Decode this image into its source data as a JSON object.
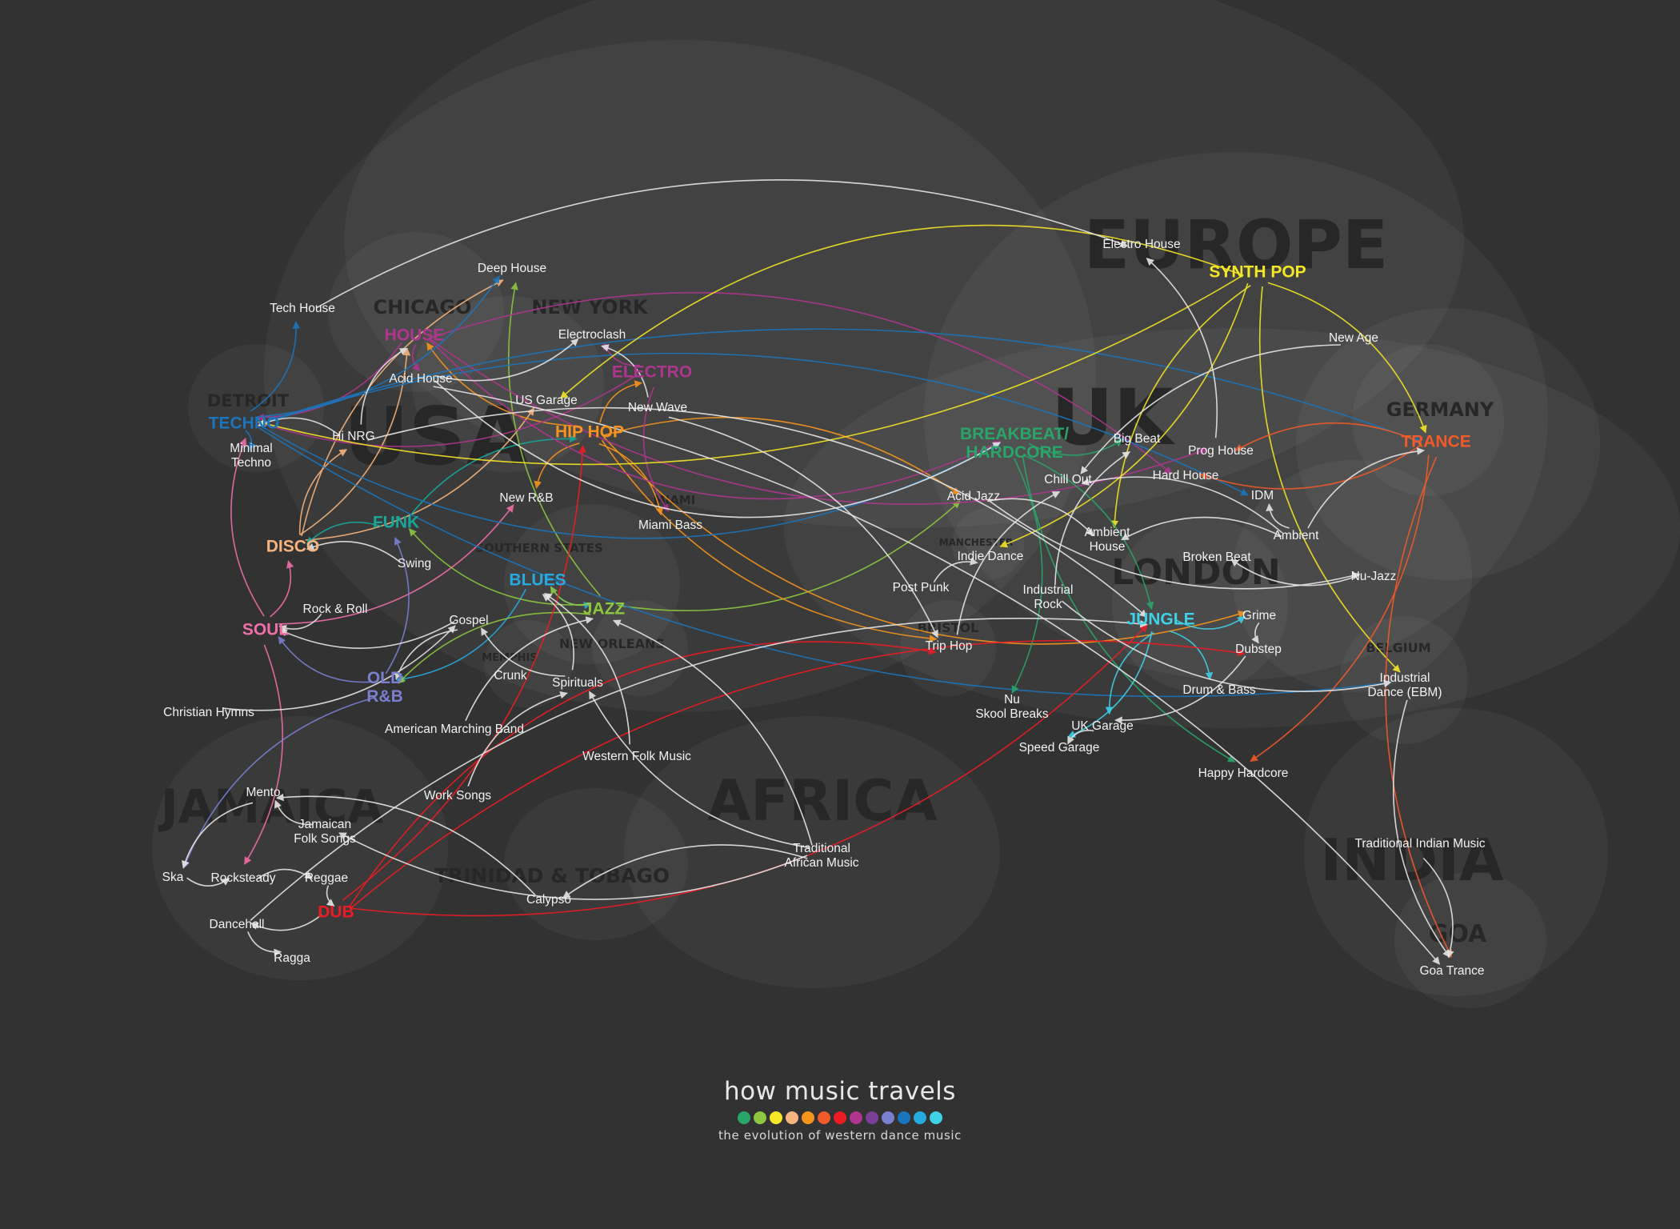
{
  "title": "how music travels",
  "subtitle": "the evolution of western dance music",
  "legend_colors": [
    "#2aa56a",
    "#8dc63f",
    "#f5e626",
    "#f7b47e",
    "#f7941d",
    "#f15a29",
    "#ed1c24",
    "#b0358f",
    "#7b3f98",
    "#7b7fcf",
    "#1b75bc",
    "#27aae1",
    "#3fd1e8"
  ],
  "regions": [
    {
      "key": "usa",
      "label": "USA"
    },
    {
      "key": "europe",
      "label": "EUROPE"
    },
    {
      "key": "uk",
      "label": "UK"
    },
    {
      "key": "africa",
      "label": "AFRICA"
    },
    {
      "key": "jamaica",
      "label": "JAMAICA"
    },
    {
      "key": "india",
      "label": "INDIA"
    },
    {
      "key": "germany",
      "label": "GERMANY"
    },
    {
      "key": "london",
      "label": "LONDON"
    },
    {
      "key": "belgium",
      "label": "BELGIUM"
    },
    {
      "key": "goa",
      "label": "GOA"
    },
    {
      "key": "chicago",
      "label": "CHICAGO"
    },
    {
      "key": "new_york",
      "label": "NEW YORK"
    },
    {
      "key": "detroit",
      "label": "DETROIT"
    },
    {
      "key": "miami",
      "label": "MIAMI"
    },
    {
      "key": "southern_states",
      "label": "SOUTHERN STATES"
    },
    {
      "key": "new_orleans",
      "label": "NEW ORLEANS"
    },
    {
      "key": "memphis",
      "label": "MEMPHIS"
    },
    {
      "key": "bristol",
      "label": "BRISTOL"
    },
    {
      "key": "manchester",
      "label": "MANCHESTER"
    },
    {
      "key": "trinidad",
      "label": "TRINIDAD & TOBAGO"
    }
  ],
  "genres": [
    {
      "key": "techno",
      "label": "TECHNO",
      "color": "#1b75bc"
    },
    {
      "key": "house",
      "label": "HOUSE",
      "color": "#b0358f"
    },
    {
      "key": "electro",
      "label": "ELECTRO",
      "color": "#b0358f"
    },
    {
      "key": "hiphop",
      "label": "HIP HOP",
      "color": "#f7941d"
    },
    {
      "key": "disco",
      "label": "DISCO",
      "color": "#f7b47e"
    },
    {
      "key": "funk",
      "label": "FUNK",
      "color": "#17a79a"
    },
    {
      "key": "blues",
      "label": "BLUES",
      "color": "#27aae1"
    },
    {
      "key": "jazz",
      "label": "JAZZ",
      "color": "#8dc63f"
    },
    {
      "key": "soul",
      "label": "SOUL",
      "color": "#f06ea9"
    },
    {
      "key": "oldrnb",
      "label": "OLD R&B",
      "color": "#7b7fcf"
    },
    {
      "key": "dub",
      "label": "DUB",
      "color": "#ed1c24"
    },
    {
      "key": "synthpop",
      "label": "SYNTH POP",
      "color": "#f5e626"
    },
    {
      "key": "breakbeat",
      "label": "BREAKBEAT/ HARDCORE",
      "color": "#2aa56a"
    },
    {
      "key": "jungle",
      "label": "JUNGLE",
      "color": "#3fd1e8"
    },
    {
      "key": "trance",
      "label": "TRANCE",
      "color": "#f15a29"
    }
  ],
  "subgenres": [
    {
      "key": "deep_house",
      "label": "Deep House"
    },
    {
      "key": "tech_house",
      "label": "Tech House"
    },
    {
      "key": "electroclash",
      "label": "Electroclash"
    },
    {
      "key": "acid_house",
      "label": "Acid House"
    },
    {
      "key": "us_garage",
      "label": "US Garage"
    },
    {
      "key": "new_wave",
      "label": "New Wave"
    },
    {
      "key": "hi_nrg",
      "label": "Hi NRG"
    },
    {
      "key": "minimal_techno",
      "label": "Minimal Techno"
    },
    {
      "key": "new_rnb",
      "label": "New R&B"
    },
    {
      "key": "miami_bass",
      "label": "Miami Bass"
    },
    {
      "key": "swing",
      "label": "Swing"
    },
    {
      "key": "rock_roll",
      "label": "Rock & Roll"
    },
    {
      "key": "gospel",
      "label": "Gospel"
    },
    {
      "key": "crunk",
      "label": "Crunk"
    },
    {
      "key": "spirituals",
      "label": "Spirituals"
    },
    {
      "key": "christian_hymns",
      "label": "Christian Hymns"
    },
    {
      "key": "american_marching",
      "label": "American Marching Band"
    },
    {
      "key": "western_folk",
      "label": "Western Folk Music"
    },
    {
      "key": "work_songs",
      "label": "Work Songs"
    },
    {
      "key": "mento",
      "label": "Mento"
    },
    {
      "key": "jamaican_folk",
      "label": "Jamaican Folk Songs"
    },
    {
      "key": "ska",
      "label": "Ska"
    },
    {
      "key": "rocksteady",
      "label": "Rocksteady"
    },
    {
      "key": "reggae",
      "label": "Reggae"
    },
    {
      "key": "dancehall",
      "label": "Dancehall"
    },
    {
      "key": "ragga",
      "label": "Ragga"
    },
    {
      "key": "calypso",
      "label": "Calypso"
    },
    {
      "key": "trad_african",
      "label": "Traditional African Music"
    },
    {
      "key": "electro_house",
      "label": "Electro House"
    },
    {
      "key": "new_age",
      "label": "New Age"
    },
    {
      "key": "big_beat",
      "label": "Big Beat"
    },
    {
      "key": "prog_house",
      "label": "Prog House"
    },
    {
      "key": "chill_out",
      "label": "Chill Out"
    },
    {
      "key": "hard_house",
      "label": "Hard House"
    },
    {
      "key": "acid_jazz",
      "label": "Acid Jazz"
    },
    {
      "key": "idm",
      "label": "IDM"
    },
    {
      "key": "ambient_house",
      "label": "Ambient House"
    },
    {
      "key": "ambient",
      "label": "Ambient"
    },
    {
      "key": "indie_dance",
      "label": "Indie Dance"
    },
    {
      "key": "broken_beat",
      "label": "Broken Beat"
    },
    {
      "key": "nu_jazz",
      "label": "Nu-Jazz"
    },
    {
      "key": "post_punk",
      "label": "Post Punk"
    },
    {
      "key": "industrial_rock",
      "label": "Industrial Rock"
    },
    {
      "key": "grime",
      "label": "Grime"
    },
    {
      "key": "trip_hop",
      "label": "Trip Hop"
    },
    {
      "key": "dubstep",
      "label": "Dubstep"
    },
    {
      "key": "nu_skool",
      "label": "Nu Skool Breaks"
    },
    {
      "key": "drum_bass",
      "label": "Drum & Bass"
    },
    {
      "key": "uk_garage",
      "label": "UK Garage"
    },
    {
      "key": "speed_garage",
      "label": "Speed Garage"
    },
    {
      "key": "happy_hardcore",
      "label": "Happy Hardcore"
    },
    {
      "key": "industrial_dance",
      "label": "Industrial Dance (EBM)"
    },
    {
      "key": "trad_indian",
      "label": "Traditional Indian Music"
    },
    {
      "key": "goa_trance",
      "label": "Goa Trance"
    }
  ],
  "connections": [
    {
      "from": "soul",
      "to": "disco",
      "color": "#f06ea9"
    },
    {
      "from": "soul",
      "to": "techno",
      "color": "#f06ea9"
    },
    {
      "from": "soul",
      "to": "new_rnb",
      "color": "#f06ea9"
    },
    {
      "from": "soul",
      "to": "rocksteady",
      "color": "#f06ea9"
    },
    {
      "from": "disco",
      "to": "house",
      "color": "#f7b47e"
    },
    {
      "from": "disco",
      "to": "hi_nrg",
      "color": "#f7b47e"
    },
    {
      "from": "disco",
      "to": "us_garage",
      "color": "#f7b47e"
    },
    {
      "from": "disco",
      "to": "deep_house",
      "color": "#f7b47e"
    },
    {
      "from": "funk",
      "to": "disco",
      "color": "#17a79a"
    },
    {
      "from": "funk",
      "to": "hiphop",
      "color": "#17a79a"
    },
    {
      "from": "oldrnb",
      "to": "funk",
      "color": "#7b7fcf"
    },
    {
      "from": "oldrnb",
      "to": "soul",
      "color": "#7b7fcf"
    },
    {
      "from": "oldrnb",
      "to": "ska",
      "color": "#7b7fcf"
    },
    {
      "from": "blues",
      "to": "oldrnb",
      "color": "#27aae1"
    },
    {
      "from": "blues",
      "to": "jazz",
      "color": "#27aae1"
    },
    {
      "from": "jazz",
      "to": "funk",
      "color": "#8dc63f"
    },
    {
      "from": "jazz",
      "to": "oldrnb",
      "color": "#8dc63f"
    },
    {
      "from": "jazz",
      "to": "deep_house",
      "color": "#8dc63f"
    },
    {
      "from": "jazz",
      "to": "acid_jazz",
      "color": "#8dc63f"
    },
    {
      "from": "jazz",
      "to": "blues",
      "color": "#8dc63f"
    },
    {
      "from": "hiphop",
      "to": "new_rnb",
      "color": "#f7941d"
    },
    {
      "from": "hiphop",
      "to": "miami_bass",
      "color": "#f7941d"
    },
    {
      "from": "hiphop",
      "to": "trip_hop",
      "color": "#f7941d"
    },
    {
      "from": "hiphop",
      "to": "acid_jazz",
      "color": "#f7941d"
    },
    {
      "from": "hiphop",
      "to": "grime",
      "color": "#f7941d"
    },
    {
      "from": "hiphop",
      "to": "house",
      "color": "#f7941d"
    },
    {
      "from": "house",
      "to": "acid_house",
      "color": "#b0358f"
    },
    {
      "from": "house",
      "to": "techno",
      "color": "#b0358f"
    },
    {
      "from": "house",
      "to": "prog_house",
      "color": "#b0358f"
    },
    {
      "from": "house",
      "to": "hard_house",
      "color": "#b0358f"
    },
    {
      "from": "house",
      "to": "breakbeat",
      "color": "#b0358f"
    },
    {
      "from": "electro",
      "to": "techno",
      "color": "#b0358f"
    },
    {
      "from": "electro",
      "to": "miami_bass",
      "color": "#b0358f"
    },
    {
      "from": "electro",
      "to": "electroclash",
      "color": "#b0358f"
    },
    {
      "from": "techno",
      "to": "tech_house",
      "color": "#1b75bc"
    },
    {
      "from": "techno",
      "to": "minimal_techno",
      "color": "#1b75bc"
    },
    {
      "from": "techno",
      "to": "deep_house",
      "color": "#1b75bc"
    },
    {
      "from": "techno",
      "to": "trance",
      "color": "#1b75bc"
    },
    {
      "from": "techno",
      "to": "industrial_dance",
      "color": "#1b75bc"
    },
    {
      "from": "techno",
      "to": "idm",
      "color": "#1b75bc"
    },
    {
      "from": "techno",
      "to": "breakbeat",
      "color": "#1b75bc"
    },
    {
      "from": "synthpop",
      "to": "techno",
      "color": "#f5e626"
    },
    {
      "from": "synthpop",
      "to": "us_garage",
      "color": "#f5e626"
    },
    {
      "from": "synthpop",
      "to": "indie_dance",
      "color": "#f5e626"
    },
    {
      "from": "synthpop",
      "to": "industrial_dance",
      "color": "#f5e626"
    },
    {
      "from": "synthpop",
      "to": "trance",
      "color": "#f5e626"
    },
    {
      "from": "synthpop",
      "to": "ambient_house",
      "color": "#f5e626"
    },
    {
      "from": "breakbeat",
      "to": "jungle",
      "color": "#2aa56a"
    },
    {
      "from": "breakbeat",
      "to": "big_beat",
      "color": "#2aa56a"
    },
    {
      "from": "breakbeat",
      "to": "nu_skool",
      "color": "#2aa56a"
    },
    {
      "from": "breakbeat",
      "to": "happy_hardcore",
      "color": "#2aa56a"
    },
    {
      "from": "jungle",
      "to": "drum_bass",
      "color": "#3fd1e8"
    },
    {
      "from": "jungle",
      "to": "uk_garage",
      "color": "#3fd1e8"
    },
    {
      "from": "jungle",
      "to": "speed_garage",
      "color": "#3fd1e8"
    },
    {
      "from": "jungle",
      "to": "grime",
      "color": "#3fd1e8"
    },
    {
      "from": "dub",
      "to": "trip_hop",
      "color": "#ed1c24"
    },
    {
      "from": "dub",
      "to": "jungle",
      "color": "#ed1c24"
    },
    {
      "from": "dub",
      "to": "dubstep",
      "color": "#ed1c24"
    },
    {
      "from": "dub",
      "to": "hiphop",
      "color": "#ed1c24"
    },
    {
      "from": "trance",
      "to": "hard_house",
      "color": "#f15a29"
    },
    {
      "from": "trance",
      "to": "goa_trance",
      "color": "#f15a29"
    },
    {
      "from": "trance",
      "to": "happy_hardcore",
      "color": "#f15a29"
    },
    {
      "from": "trance",
      "to": "prog_house",
      "color": "#f15a29"
    },
    {
      "from": "tech_house",
      "to": "electro_house",
      "color": "#e6e6e6"
    },
    {
      "from": "acid_house",
      "to": "breakbeat",
      "color": "#e6e6e6"
    },
    {
      "from": "acid_house",
      "to": "goa_trance",
      "color": "#e6e6e6"
    },
    {
      "from": "acid_house",
      "to": "electroclash",
      "color": "#e6e6e6"
    },
    {
      "from": "hi_nrg",
      "to": "house",
      "color": "#e6e6e6"
    },
    {
      "from": "hi_nrg",
      "to": "techno",
      "color": "#e6e6e6"
    },
    {
      "from": "hi_nrg",
      "to": "jungle",
      "color": "#e6e6e6"
    },
    {
      "from": "new_wave",
      "to": "electroclash",
      "color": "#e6e6e6"
    },
    {
      "from": "new_wave",
      "to": "trip_hop",
      "color": "#e6e6e6"
    },
    {
      "from": "swing",
      "to": "disco",
      "color": "#e6e6e6"
    },
    {
      "from": "rock_roll",
      "to": "soul",
      "color": "#e6e6e6"
    },
    {
      "from": "gospel",
      "to": "oldrnb",
      "color": "#e6e6e6"
    },
    {
      "from": "gospel",
      "to": "soul",
      "color": "#e6e6e6"
    },
    {
      "from": "christian_hymns",
      "to": "gospel",
      "color": "#e6e6e6"
    },
    {
      "from": "spirituals",
      "to": "gospel",
      "color": "#e6e6e6"
    },
    {
      "from": "spirituals",
      "to": "blues",
      "color": "#e6e6e6"
    },
    {
      "from": "american_marching",
      "to": "jazz",
      "color": "#e6e6e6"
    },
    {
      "from": "western_folk",
      "to": "blues",
      "color": "#e6e6e6"
    },
    {
      "from": "work_songs",
      "to": "spirituals",
      "color": "#e6e6e6"
    },
    {
      "from": "mento",
      "to": "ska",
      "color": "#e6e6e6"
    },
    {
      "from": "jamaican_folk",
      "to": "mento",
      "color": "#e6e6e6"
    },
    {
      "from": "ska",
      "to": "rocksteady",
      "color": "#e6e6e6"
    },
    {
      "from": "rocksteady",
      "to": "reggae",
      "color": "#e6e6e6"
    },
    {
      "from": "reggae",
      "to": "dub",
      "color": "#e6e6e6"
    },
    {
      "from": "dub",
      "to": "dancehall",
      "color": "#e6e6e6"
    },
    {
      "from": "dancehall",
      "to": "ragga",
      "color": "#e6e6e6"
    },
    {
      "from": "dancehall",
      "to": "jungle",
      "color": "#e6e6e6"
    },
    {
      "from": "trad_african",
      "to": "calypso",
      "color": "#e6e6e6"
    },
    {
      "from": "trad_african",
      "to": "jamaican_folk",
      "color": "#e6e6e6"
    },
    {
      "from": "trad_african",
      "to": "jazz",
      "color": "#e6e6e6"
    },
    {
      "from": "trad_african",
      "to": "spirituals",
      "color": "#e6e6e6"
    },
    {
      "from": "calypso",
      "to": "mento",
      "color": "#e6e6e6"
    },
    {
      "from": "post_punk",
      "to": "indie_dance",
      "color": "#e6e6e6"
    },
    {
      "from": "industrial_rock",
      "to": "industrial_dance",
      "color": "#e6e6e6"
    },
    {
      "from": "industrial_rock",
      "to": "big_beat",
      "color": "#e6e6e6"
    },
    {
      "from": "acid_jazz",
      "to": "nu_jazz",
      "color": "#e6e6e6"
    },
    {
      "from": "acid_jazz",
      "to": "ambient_house",
      "color": "#e6e6e6"
    },
    {
      "from": "ambient",
      "to": "chill_out",
      "color": "#e6e6e6"
    },
    {
      "from": "ambient",
      "to": "idm",
      "color": "#e6e6e6"
    },
    {
      "from": "ambient",
      "to": "ambient_house",
      "color": "#e6e6e6"
    },
    {
      "from": "ambient",
      "to": "trance",
      "color": "#e6e6e6"
    },
    {
      "from": "new_age",
      "to": "chill_out",
      "color": "#e6e6e6"
    },
    {
      "from": "nu_jazz",
      "to": "broken_beat",
      "color": "#e6e6e6"
    },
    {
      "from": "grime",
      "to": "dubstep",
      "color": "#e6e6e6"
    },
    {
      "from": "dubstep",
      "to": "uk_garage",
      "color": "#e6e6e6"
    },
    {
      "from": "uk_garage",
      "to": "speed_garage",
      "color": "#e6e6e6"
    },
    {
      "from": "trip_hop",
      "to": "chill_out",
      "color": "#e6e6e6"
    },
    {
      "from": "industrial_dance",
      "to": "goa_trance",
      "color": "#e6e6e6"
    },
    {
      "from": "trad_indian",
      "to": "goa_trance",
      "color": "#e6e6e6"
    },
    {
      "from": "prog_house",
      "to": "electro_house",
      "color": "#e6e6e6"
    },
    {
      "from": "hiphop",
      "to": "electro",
      "color": "#f7941d"
    }
  ]
}
